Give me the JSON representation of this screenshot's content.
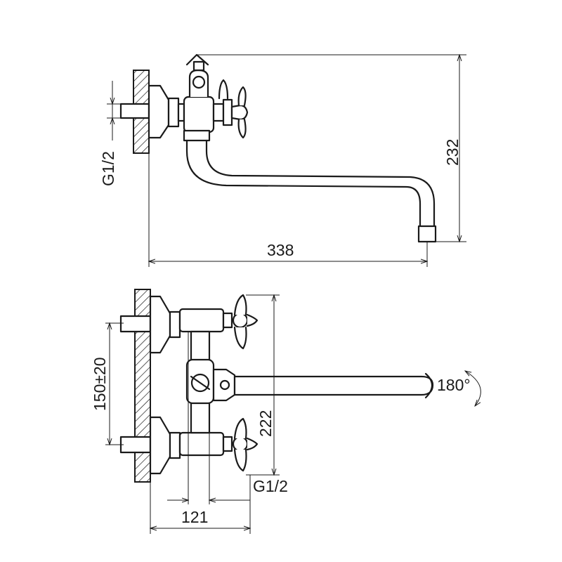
{
  "top_view": {
    "dim_width": "338",
    "dim_height": "232",
    "thread": "G1/2"
  },
  "front_view": {
    "dim_spacing": "150±20",
    "dim_height": "222",
    "dim_depth": "121",
    "thread": "G1/2",
    "rotation": "180°"
  }
}
